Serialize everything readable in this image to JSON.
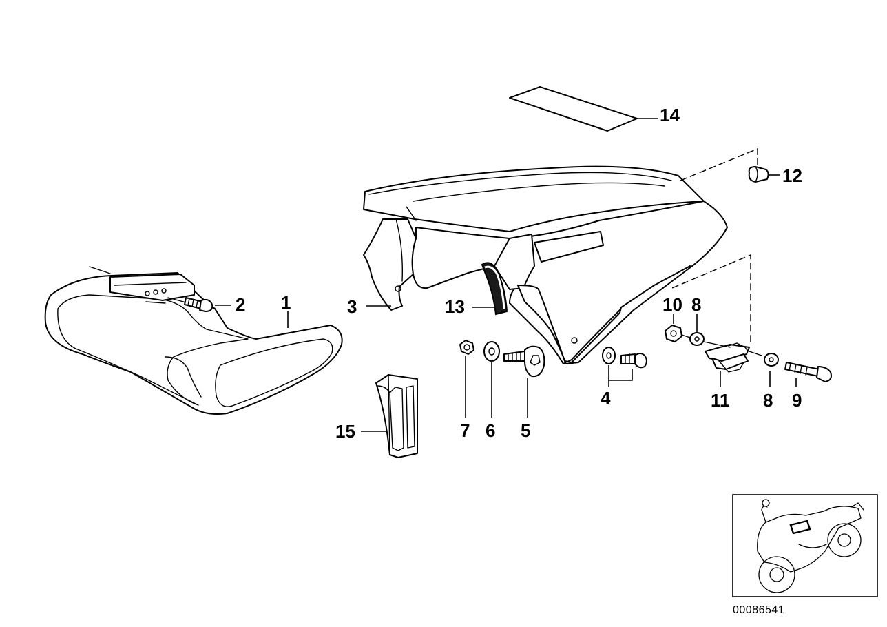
{
  "callouts": {
    "c1": "1",
    "c2": "2",
    "c3": "3",
    "c4": "4",
    "c5": "5",
    "c6": "6",
    "c7": "7",
    "c8a": "8",
    "c8b": "8",
    "c9": "9",
    "c10": "10",
    "c11": "11",
    "c12": "12",
    "c13": "13",
    "c14": "14",
    "c15": "15"
  },
  "reference_number": "00086541"
}
